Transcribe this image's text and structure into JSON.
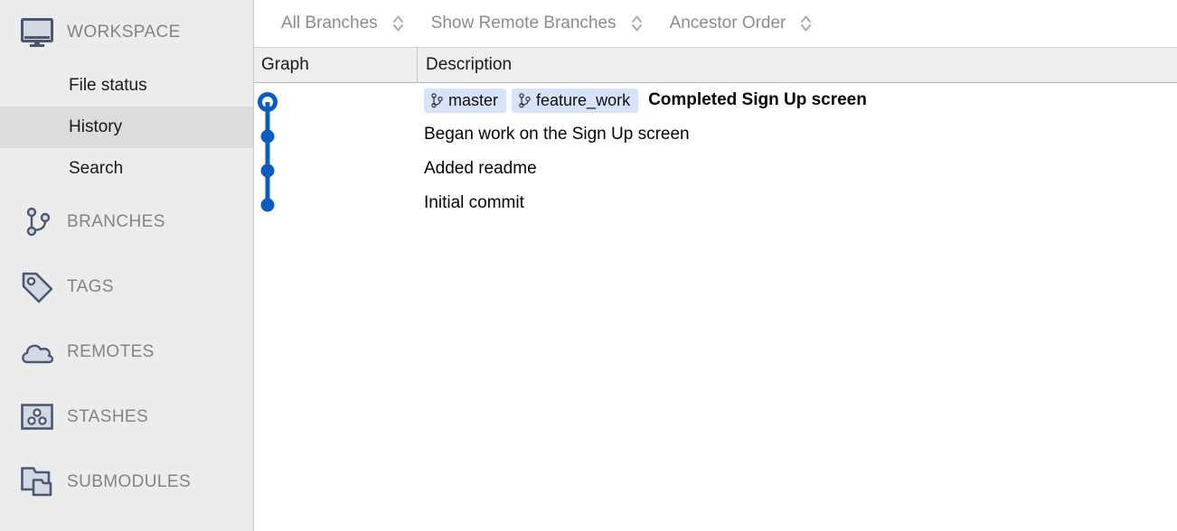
{
  "sidebar": {
    "sections": [
      {
        "label": "WORKSPACE",
        "icon": "monitor-icon",
        "items": [
          {
            "label": "File status",
            "selected": false
          },
          {
            "label": "History",
            "selected": true
          },
          {
            "label": "Search",
            "selected": false
          }
        ]
      },
      {
        "label": "BRANCHES",
        "icon": "branch-icon",
        "items": []
      },
      {
        "label": "TAGS",
        "icon": "tag-icon",
        "items": []
      },
      {
        "label": "REMOTES",
        "icon": "cloud-icon",
        "items": []
      },
      {
        "label": "STASHES",
        "icon": "stash-icon",
        "items": []
      },
      {
        "label": "SUBMODULES",
        "icon": "submodule-icon",
        "items": []
      }
    ]
  },
  "toolbar": {
    "dropdowns": [
      {
        "label": "All Branches"
      },
      {
        "label": "Show Remote Branches"
      },
      {
        "label": "Ancestor Order"
      }
    ]
  },
  "table": {
    "columns": [
      {
        "label": "Graph"
      },
      {
        "label": "Description"
      }
    ],
    "rows": [
      {
        "message": "Completed Sign Up screen",
        "is_head": true,
        "node": "ring",
        "refs": [
          {
            "name": "master",
            "icon": "branch-ref-icon"
          },
          {
            "name": "feature_work",
            "icon": "branch-ref-icon"
          }
        ]
      },
      {
        "message": "Began work on the Sign Up screen",
        "is_head": false,
        "node": "dot",
        "refs": []
      },
      {
        "message": "Added readme",
        "is_head": false,
        "node": "dot",
        "refs": []
      },
      {
        "message": "Initial commit",
        "is_head": false,
        "node": "dot",
        "refs": []
      }
    ]
  },
  "colors": {
    "graph_line": "#0a5cc0",
    "badge_background": "#d6e3fa",
    "sidebar_background": "#ececec",
    "selected_row": "#dcdcdc",
    "icon_outline": "#4a5872",
    "icon_fill": "#d3d8e2",
    "header_background": "#eeeeee",
    "muted_text": "#8c8c8c"
  }
}
